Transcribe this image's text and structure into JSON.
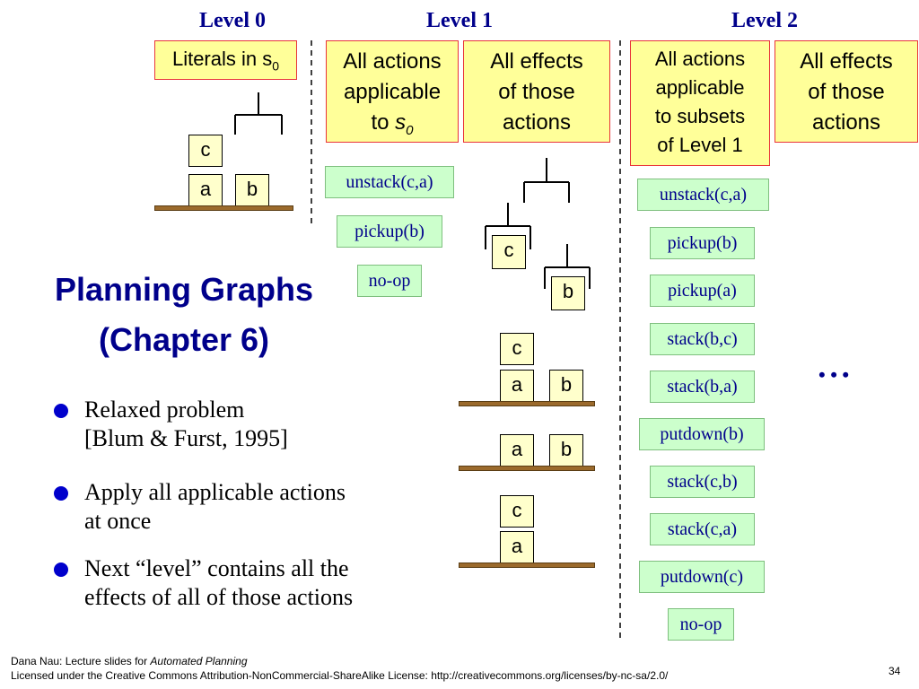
{
  "levels": {
    "l0": "Level 0",
    "l1": "Level 1",
    "l2": "Level 2"
  },
  "boxes": {
    "literals": "Literals in s",
    "literals_sub": "0",
    "l1_actions": [
      "All actions",
      "applicable",
      "to "
    ],
    "l1_actions_s": "s",
    "l1_actions_sub": "0",
    "l1_effects": [
      "All effects",
      "of those",
      "actions"
    ],
    "l2_actions": [
      "All actions",
      "applicable",
      "to subsets",
      "of Level 1"
    ],
    "l2_effects": [
      "All effects",
      "of those",
      "actions"
    ]
  },
  "level1_actions": [
    "unstack(c,a)",
    "pickup(b)",
    "no-op"
  ],
  "level2_actions": [
    "unstack(c,a)",
    "pickup(b)",
    "pickup(a)",
    "stack(b,c)",
    "stack(b,a)",
    "putdown(b)",
    "stack(c,b)",
    "stack(c,a)",
    "putdown(c)",
    "no-op"
  ],
  "blocks": {
    "a": "a",
    "b": "b",
    "c": "c"
  },
  "title": [
    "Planning Graphs",
    "(Chapter 6)"
  ],
  "bullets": [
    [
      "Relaxed problem",
      "[Blum & Furst, 1995]"
    ],
    [
      "Apply all applicable actions",
      "at once"
    ],
    [
      "Next “level” contains all the",
      "effects of all of those actions"
    ]
  ],
  "ellipsis": "• • •",
  "footer": {
    "line1_prefix": "Dana Nau: Lecture slides for ",
    "line1_book": "Automated Planning",
    "line2": "Licensed under the Creative Commons Attribution-NonCommercial-ShareAlike License: http://creativecommons.org/licenses/by-nc-sa/2.0/",
    "page": "34"
  },
  "colors": {
    "heading": "#00008b",
    "box_border": "#e8343a",
    "box_fill": "#ffff99",
    "action_fill": "#ccffcc",
    "table": "#9b6a2c",
    "bullet": "#0000cc"
  }
}
